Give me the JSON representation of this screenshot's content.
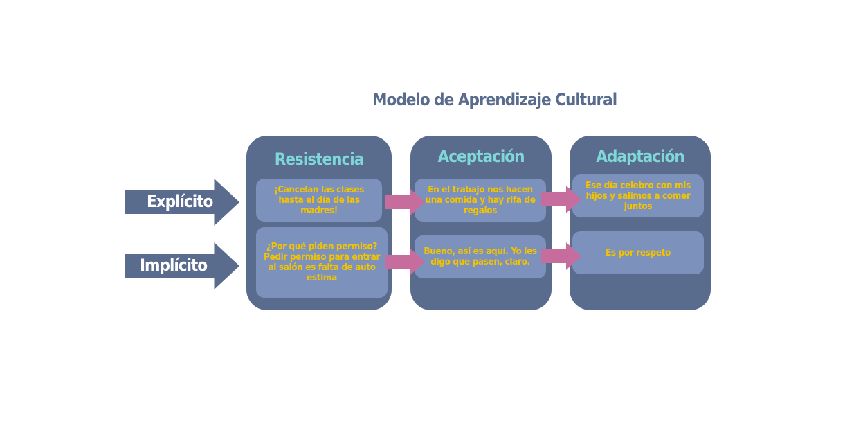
{
  "title": "Modelo de Aprendizaje Cultural",
  "rows": {
    "explicit": "Explícito",
    "implicit": "Implícito"
  },
  "columns": [
    {
      "heading": "Resistencia",
      "explicit": "¡Cancelan las clases hasta el día de las madres!",
      "implicit": "¿Por qué piden permiso? Pedir permiso para entrar al salón es falta de auto estima"
    },
    {
      "heading": "Aceptación",
      "explicit": "En el trabajo nos hacen una comida y hay rifa de regalos",
      "implicit": "Bueno, así es aquí. Yo les digo que pasen, claro."
    },
    {
      "heading": "Adaptación",
      "explicit": "Ese día celebro con mis hijos y salimos a comer juntos",
      "implicit": "Es por respeto"
    }
  ],
  "colors": {
    "box": "#5a6c8e",
    "card": "#7d91bd",
    "heading": "#7fd8d8",
    "card_text": "#f2c400",
    "flow_arrow": "#c76d9e"
  }
}
